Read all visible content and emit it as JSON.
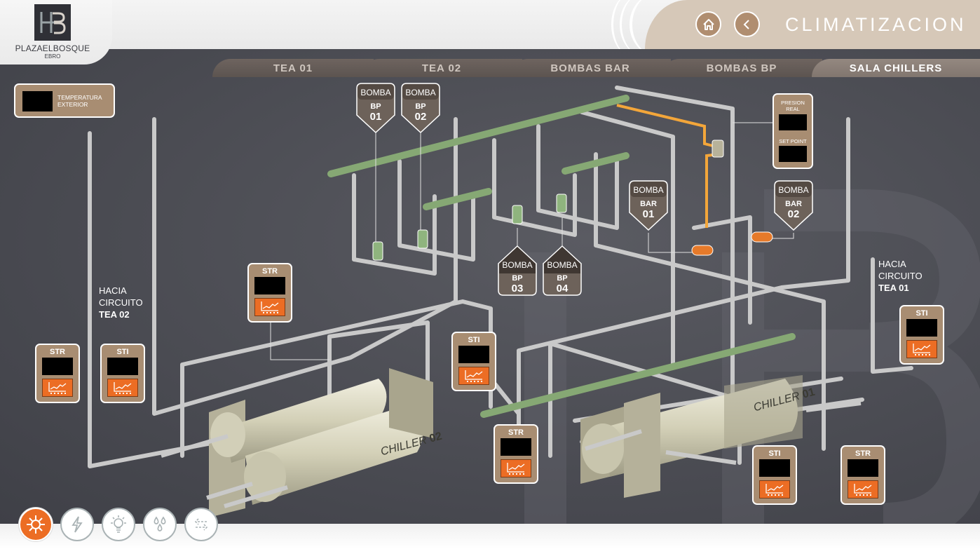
{
  "header": {
    "logo_main": "PLAZAELBOSQUE",
    "logo_sub": "EBRO",
    "page_title": "CLIMATIZACION",
    "home_icon": "home-icon",
    "back_icon": "chevron-left-icon"
  },
  "tabs": [
    {
      "label": "TEA 01",
      "active": false
    },
    {
      "label": "TEA 02",
      "active": false
    },
    {
      "label": "BOMBAS BAR",
      "active": false
    },
    {
      "label": "BOMBAS BP",
      "active": false
    },
    {
      "label": "SALA CHILLERS",
      "active": true
    }
  ],
  "temperature_exterior": {
    "label_line1": "TEMPERATURA",
    "label_line2": "EXTERIOR",
    "value": ""
  },
  "pressure": {
    "real_label_line1": "PRESION",
    "real_label_line2": "REAL",
    "real_value": "",
    "setpoint_label": "SET POINT",
    "setpoint_value": ""
  },
  "pumps": [
    {
      "title": "BOMBA",
      "type": "BP",
      "number": "01"
    },
    {
      "title": "BOMBA",
      "type": "BP",
      "number": "02"
    },
    {
      "title": "BOMBA",
      "type": "BP",
      "number": "03"
    },
    {
      "title": "BOMBA",
      "type": "BP",
      "number": "04"
    },
    {
      "title": "BOMBA",
      "type": "BAR",
      "number": "01"
    },
    {
      "title": "BOMBA",
      "type": "BAR",
      "number": "02"
    }
  ],
  "sensors": [
    {
      "label": "STR",
      "value": ""
    },
    {
      "label": "STI",
      "value": ""
    },
    {
      "label": "STR",
      "value": ""
    },
    {
      "label": "STI",
      "value": ""
    },
    {
      "label": "STR",
      "value": ""
    },
    {
      "label": "STI",
      "value": ""
    },
    {
      "label": "STI",
      "value": ""
    },
    {
      "label": "STR",
      "value": ""
    }
  ],
  "circuits": [
    {
      "line1": "HACIA",
      "line2": "CIRCUITO",
      "line3": "TEA 02"
    },
    {
      "line1": "HACIA",
      "line2": "CIRCUITO",
      "line3": "TEA 01"
    }
  ],
  "chillers": [
    {
      "name": "CHILLER",
      "number": "02"
    },
    {
      "name": "CHILLER",
      "number": "01"
    }
  ],
  "dock": [
    {
      "icon": "snowflake-sun-icon",
      "label": "Climatizacion",
      "active": true
    },
    {
      "icon": "lightning-icon",
      "label": "Electricidad",
      "active": false
    },
    {
      "icon": "lightbulb-icon",
      "label": "Iluminacion",
      "active": false
    },
    {
      "icon": "water-drops-icon",
      "label": "Agua",
      "active": false
    },
    {
      "icon": "arrows-exchange-icon",
      "label": "Intercambio",
      "active": false
    }
  ],
  "colors": {
    "accent": "#ec6d24",
    "card": "#a88d72",
    "tab": "#5c5450",
    "title_band": "#d6c8b8",
    "pipe_green": "#7fa06e"
  }
}
